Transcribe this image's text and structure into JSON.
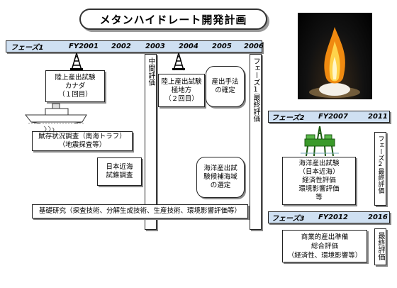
{
  "title": "メタンハイドレート開発計画",
  "phase1": {
    "label": "フェーズ1",
    "years": [
      "FY2001",
      "2002",
      "2003",
      "2004",
      "2005",
      "2006"
    ]
  },
  "mid_eval": "中間評価",
  "phase1_final": "フェーズ1最終評価",
  "boxes": {
    "onshore1": [
      "陸上産出試験",
      "カナダ",
      "（１回目）"
    ],
    "onshore2": [
      "陸上産出試験",
      "極地方",
      "（２回目）"
    ],
    "method": [
      "産出手法",
      "の確定"
    ],
    "survey": [
      "賦存状況調査（南海トラフ）",
      "（地震探査等）"
    ],
    "japan_sea": [
      "日本近海",
      "試錐調査"
    ],
    "offshore_select": [
      "海洋産出試",
      "験候補海域",
      "の選定"
    ],
    "basic_research": "基礎研究（探査技術、分解生成技術、生産技術、環境影響評価等）"
  },
  "phase2": {
    "label": "フェーズ2",
    "start": "FY2007",
    "end": "2011"
  },
  "phase2_box": [
    "海洋産出試験",
    "（日本近海）",
    "経済性評価",
    "環境影響評価",
    "等"
  ],
  "phase2_final": "フェーズ2最終評価",
  "phase3": {
    "label": "フェーズ3",
    "start": "FY2012",
    "end": "2016"
  },
  "phase3_box": [
    "商業的産出準備",
    "総合評価",
    "（経済性、環境影響等）"
  ],
  "final_eval": "最終評価",
  "colors": {
    "bar_fill": "#cfe0f2",
    "rig_green": "#3a9a2a",
    "flame": "#f08a10"
  }
}
